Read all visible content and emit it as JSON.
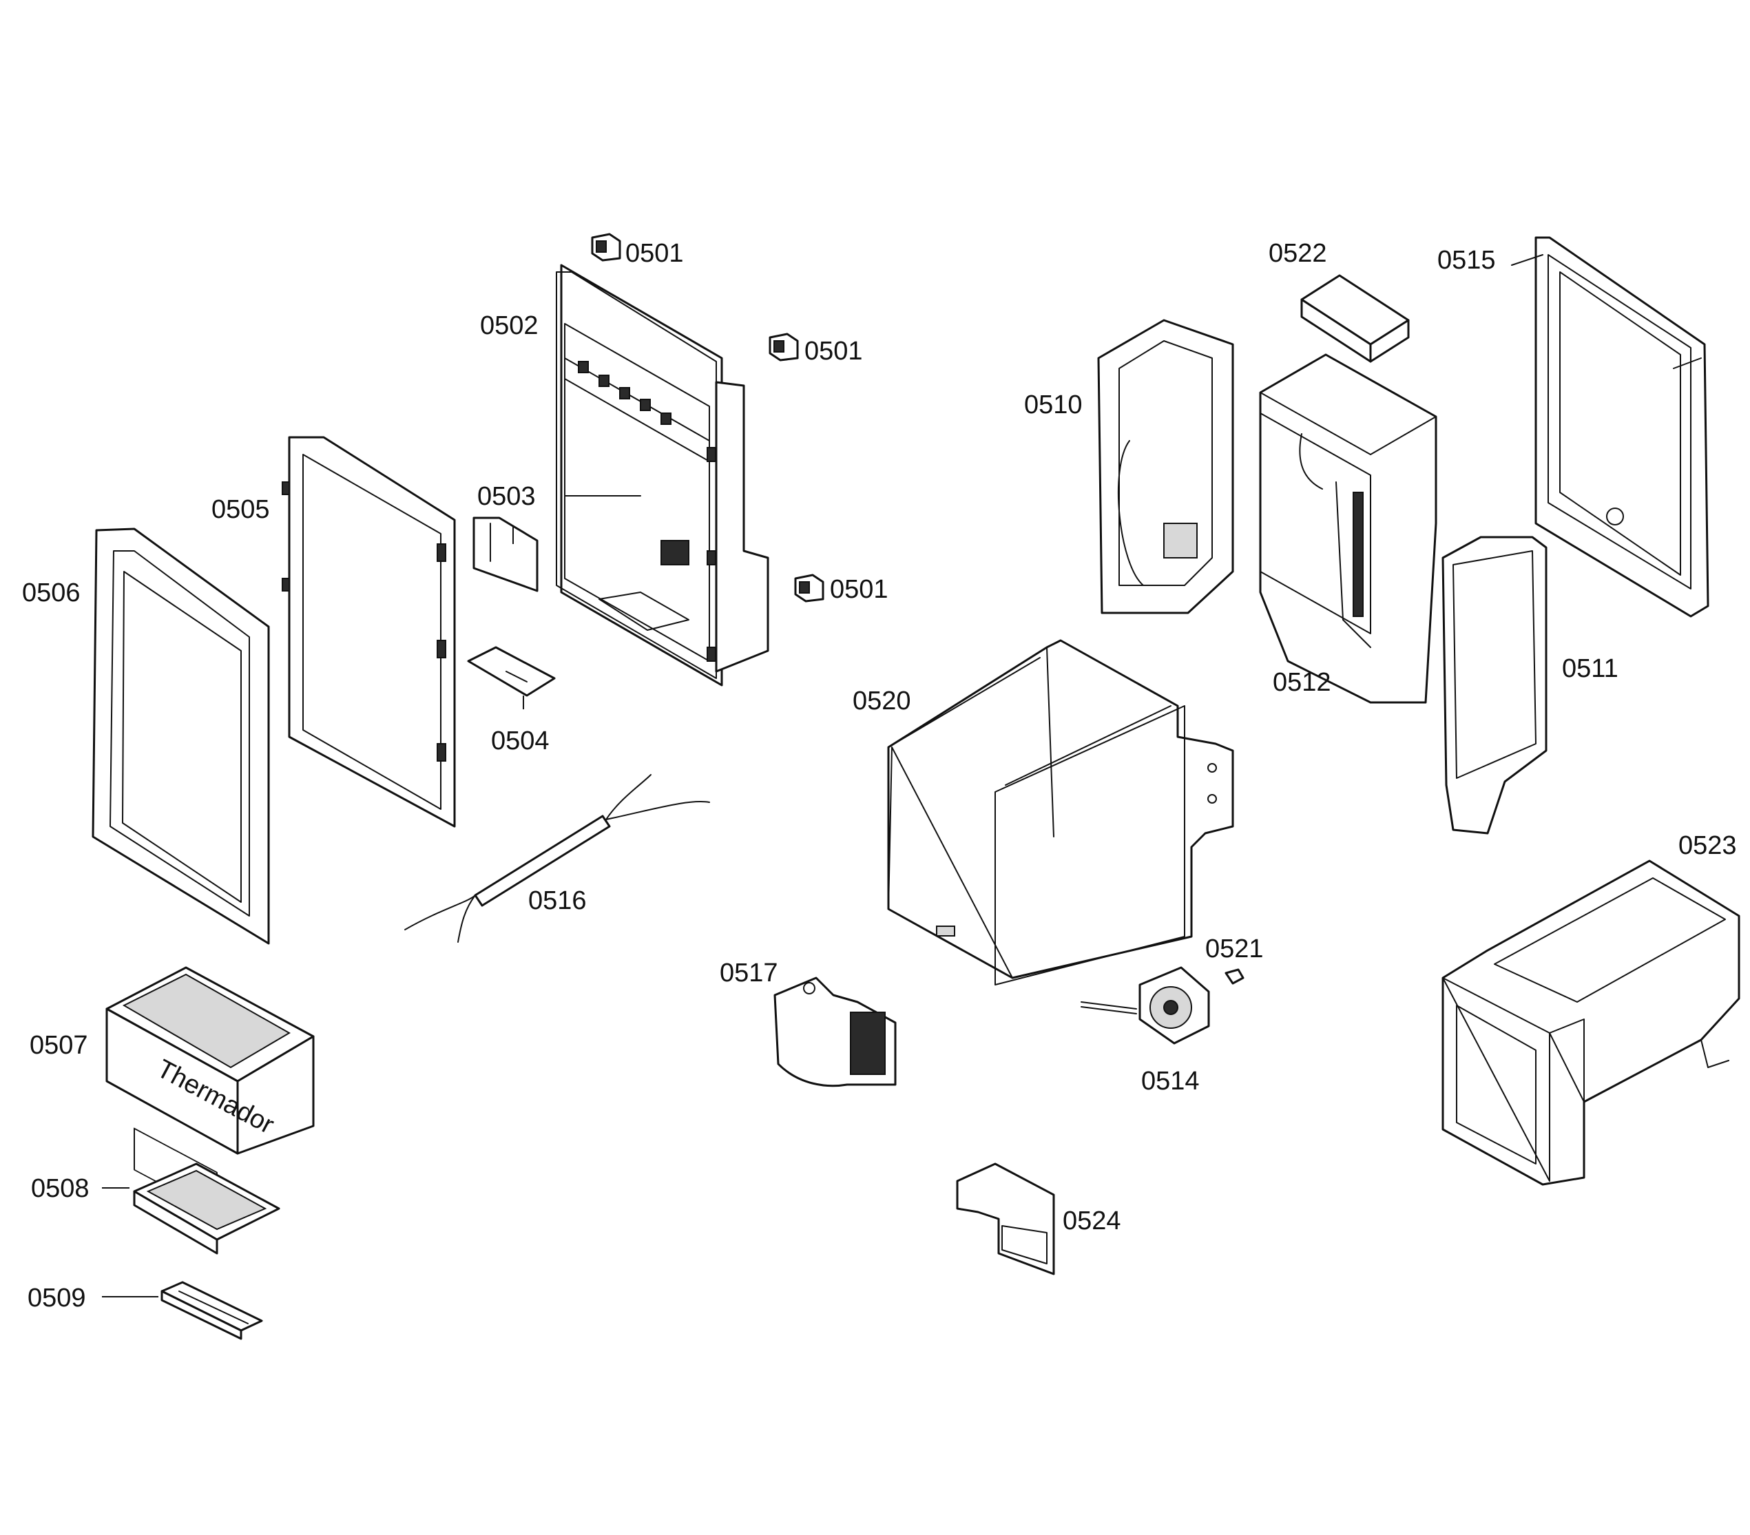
{
  "diagram": {
    "labels": {
      "p0501a": "0501",
      "p0501b": "0501",
      "p0501c": "0501",
      "p0502": "0502",
      "p0503": "0503",
      "p0504": "0504",
      "p0505": "0505",
      "p0506": "0506",
      "p0507": "0507",
      "p0508": "0508",
      "p0509": "0509",
      "p0510": "0510",
      "p0511": "0511",
      "p0512": "0512",
      "p0514": "0514",
      "p0515": "0515",
      "p0516": "0516",
      "p0517": "0517",
      "p0520": "0520",
      "p0521": "0521",
      "p0522": "0522",
      "p0523": "0523",
      "p0524": "0524"
    },
    "colors": {
      "line": "#111111",
      "background": "#ffffff"
    }
  }
}
